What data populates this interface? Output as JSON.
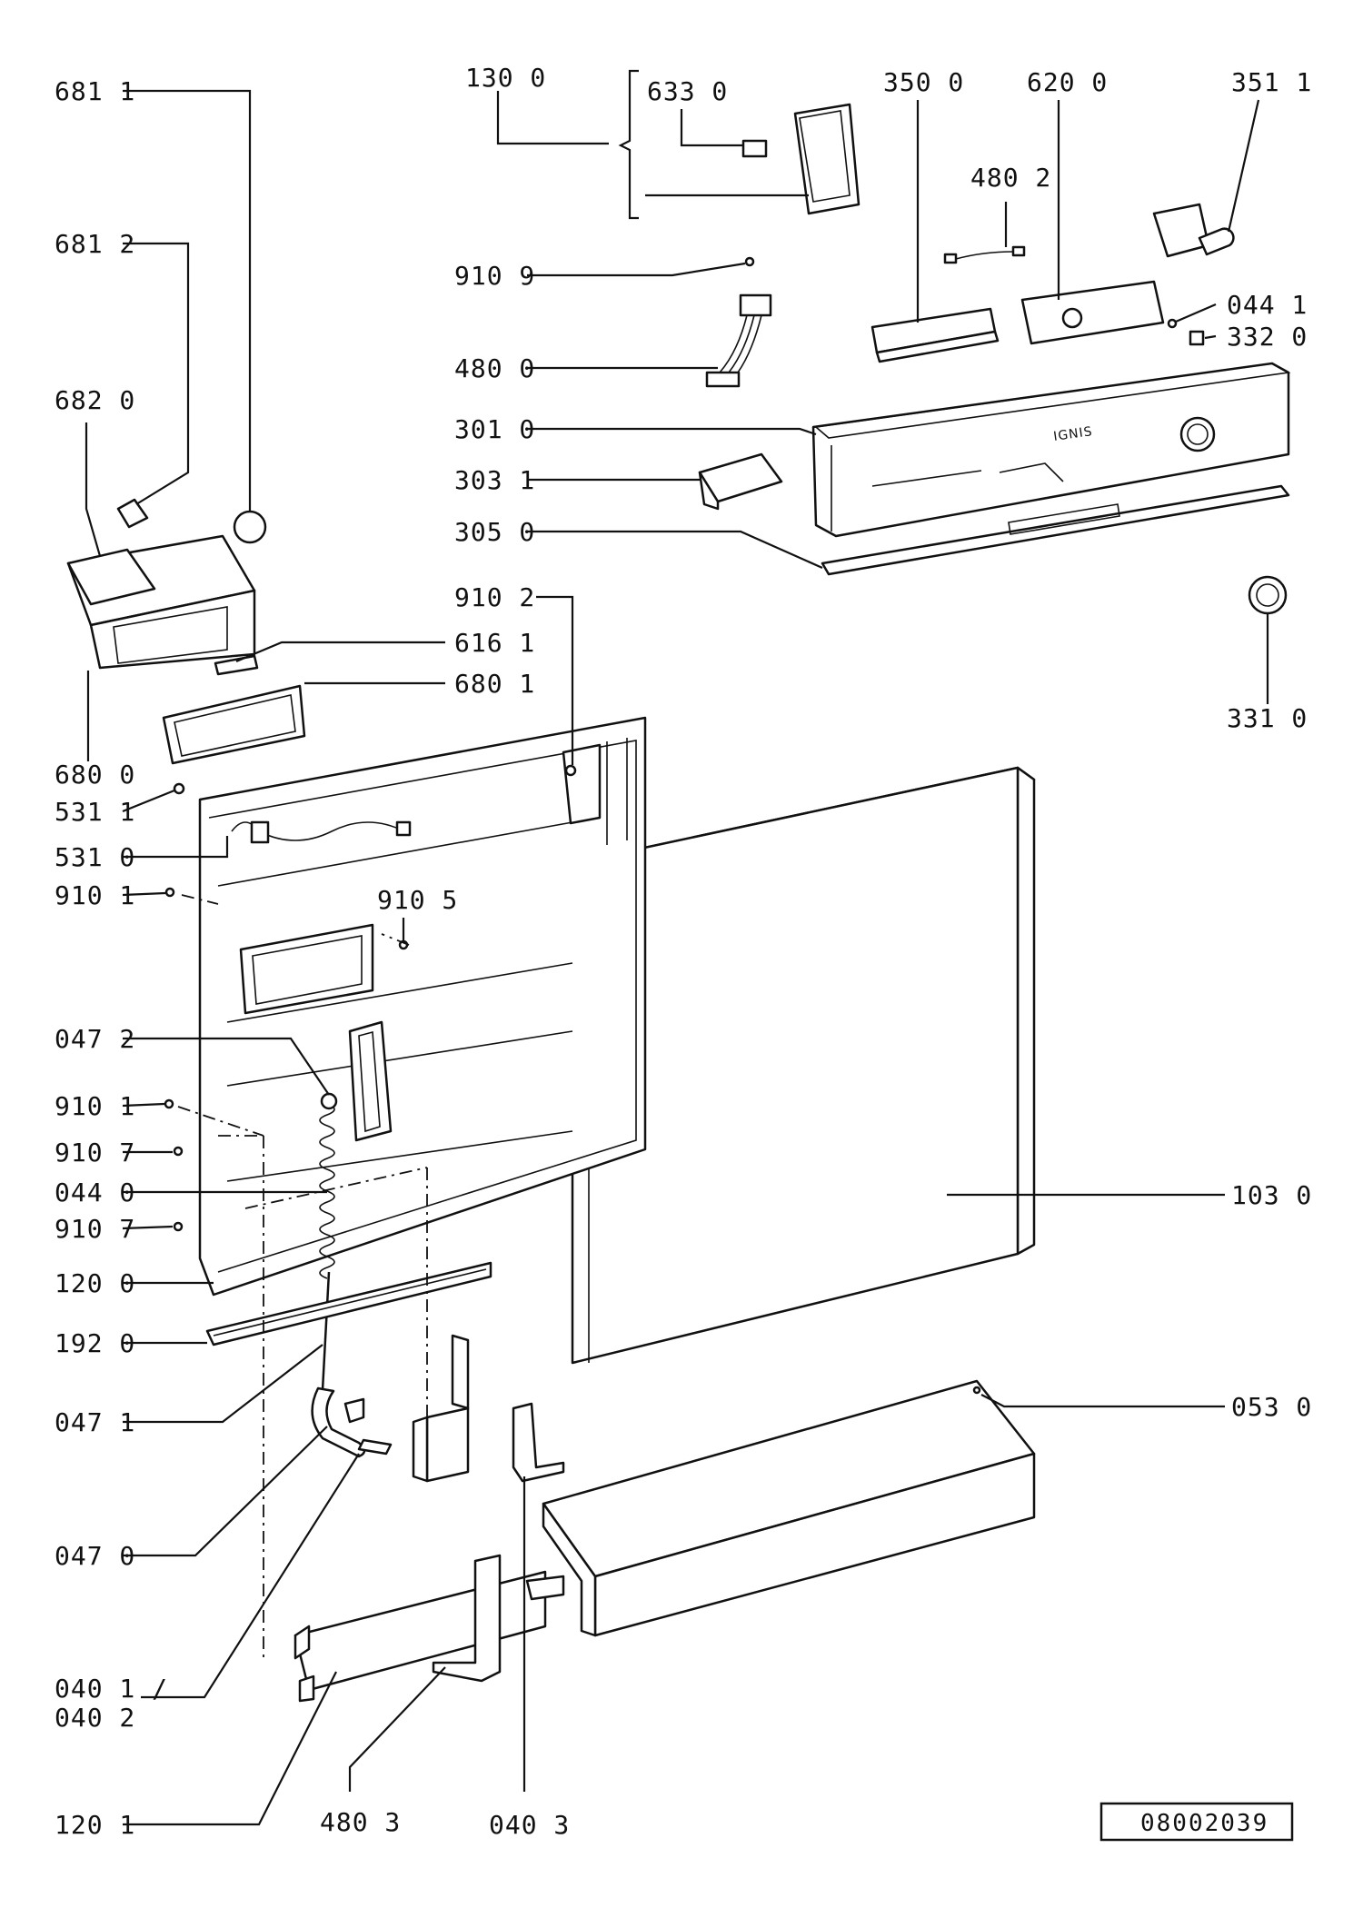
{
  "labels": {
    "l130_0": "130 0",
    "l633_0": "633 0",
    "l350_0": "350 0",
    "l620_0": "620 0",
    "l351_1": "351 1",
    "l480_2": "480 2",
    "l681_1": "681 1",
    "l681_2": "681 2",
    "l910_9": "910 9",
    "l044_1": "044 1",
    "l332_0": "332 0",
    "l480_0": "480 0",
    "l682_0": "682 0",
    "l301_0": "301 0",
    "l303_1": "303 1",
    "l305_0": "305 0",
    "l910_2": "910 2",
    "l616_1": "616 1",
    "l680_1": "680 1",
    "l331_0": "331 0",
    "l680_0": "680 0",
    "l531_1": "531 1",
    "l531_0": "531 0",
    "l910_1a": "910 1",
    "l910_5": "910 5",
    "l047_2": "047 2",
    "l910_1b": "910 1",
    "l910_7a": "910 7",
    "l044_0": "044 0",
    "l103_0": "103 0",
    "l910_7b": "910 7",
    "l120_0": "120 0",
    "l192_0": "192 0",
    "l047_1": "047 1",
    "l053_0": "053 0",
    "l047_0": "047 0",
    "l040_1": "040 1 /",
    "l040_2": "040 2",
    "l120_1": "120 1",
    "l480_3": "480 3",
    "l040_3": "040 3"
  },
  "brand_text": "IGNIS",
  "drawing_code": "08002039"
}
